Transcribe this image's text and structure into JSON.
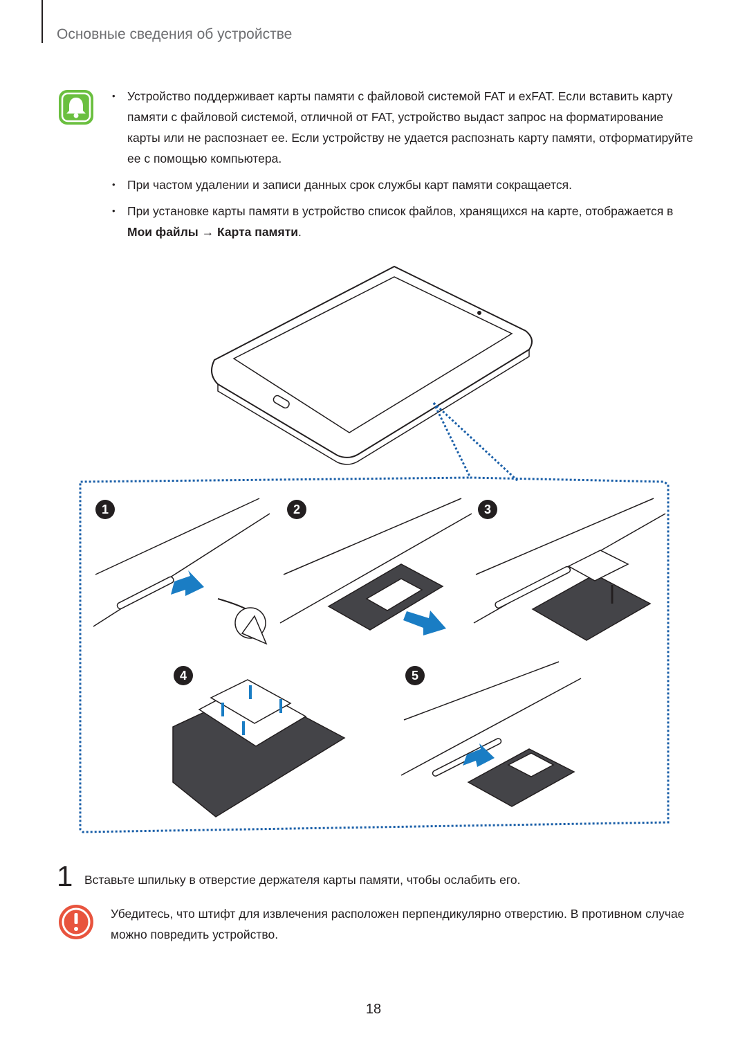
{
  "header": {
    "title": "Основные сведения об устройстве"
  },
  "notes": [
    {
      "text": "Устройство поддерживает карты памяти с файловой системой FAT и exFAT. Если вставить карту памяти с файловой системой, отличной от FAT, устройство выдаст запрос на форматирование карты или не распознает ее. Если устройству не удается распознать карту памяти, отформатируйте ее с помощью компьютера."
    },
    {
      "text": "При частом удалении и записи данных срок службы карт памяти сокращается."
    },
    {
      "prefix": "При установке карты памяти в устройство список файлов, хранящихся на карте, отображается в ",
      "bold1": "Мои файлы",
      "arrow": " → ",
      "bold2": "Карта памяти",
      "suffix": "."
    }
  ],
  "illustration": {
    "labels": [
      "1",
      "2",
      "3",
      "4",
      "5"
    ]
  },
  "step": {
    "number": "1",
    "text": "Вставьте шпильку в отверстие держателя карты памяти, чтобы ослабить его."
  },
  "warning": {
    "text": "Убедитесь, что штифт для извлечения расположен перпендикулярно отверстию. В противном случае можно повредить устройство."
  },
  "page_number": "18",
  "colors": {
    "note_icon": "#6abf3f",
    "warning_icon": "#e8543e",
    "arrow": "#1a7dc4",
    "dotted_frame": "#1a5fa8"
  },
  "icons": {
    "note": "bell-icon",
    "warning": "exclamation-icon"
  }
}
